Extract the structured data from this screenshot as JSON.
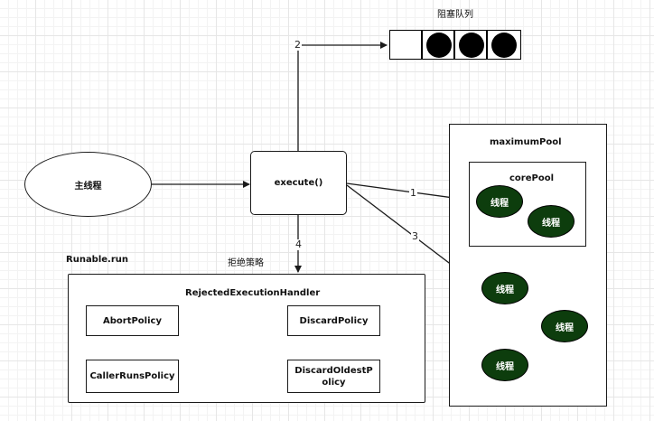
{
  "blocking_queue": {
    "label": "阻塞队列",
    "slots": 4,
    "filled": 3
  },
  "main_thread": {
    "label": "主线程"
  },
  "execute": {
    "label": "execute()"
  },
  "steps": {
    "one": "1",
    "two": "2",
    "three": "3",
    "four": "4"
  },
  "maximum_pool": {
    "label": "maximumPool"
  },
  "core_pool": {
    "label": "corePool"
  },
  "thread_label": "线程",
  "reject_policy_label": "拒绝策略",
  "runnable_label": "Runable.run",
  "handler": {
    "title": "RejectedExecutionHandler",
    "policies": {
      "abort": "AbortPolicy",
      "discard": "DiscardPolicy",
      "caller_runs": "CallerRunsPolicy",
      "discard_oldest": "DiscardOldestPolicy"
    }
  },
  "colors": {
    "thread_fill": "#0d3d0d",
    "line": "#1a1a1a"
  }
}
